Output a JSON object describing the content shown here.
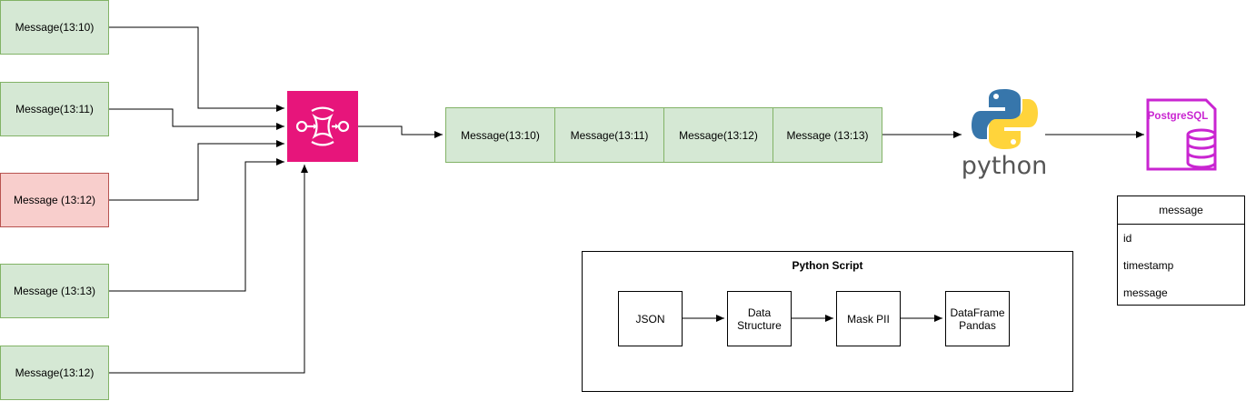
{
  "sources": [
    {
      "label": "Message(13:10)",
      "status": "ok"
    },
    {
      "label": "Message(13:11)",
      "status": "ok"
    },
    {
      "label": "Message (13:12)",
      "status": "error"
    },
    {
      "label": "Message (13:13)",
      "status": "ok"
    },
    {
      "label": "Message(13:12)",
      "status": "ok"
    }
  ],
  "queue": [
    "Message(13:10)",
    "Message(13:11)",
    "Message(13:12)",
    "Message (13:13)"
  ],
  "icons": {
    "sqs": "aws-sqs-icon",
    "python": "python-logo",
    "postgres": "postgresql-icon"
  },
  "python_wordmark": "python",
  "postgres_label": "PostgreSQL",
  "table": {
    "name": "message",
    "fields": [
      "id",
      "timestamp",
      "message"
    ]
  },
  "script": {
    "title": "Python Script",
    "steps": [
      "JSON",
      "Data Structure",
      "Mask PII",
      "DataFrame Pandas"
    ]
  },
  "colors": {
    "ok_fill": "#d5e8d4",
    "ok_border": "#82b366",
    "error_fill": "#f8cecc",
    "error_border": "#b85450",
    "sqs": "#e7157b",
    "postgres": "#c925d1",
    "python_blue": "#3776ab",
    "python_yellow": "#ffd43b"
  }
}
